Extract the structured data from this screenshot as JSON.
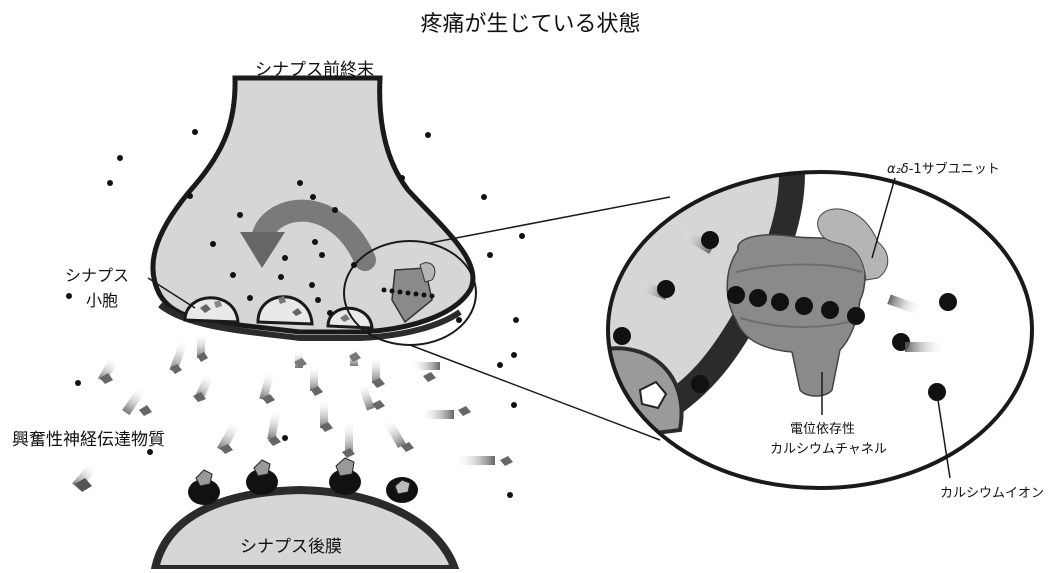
{
  "title": "疼痛が生じている状態",
  "labels": {
    "presynaptic_terminal": "シナプス前終末",
    "vesicle_line1": "シナプス",
    "vesicle_line2": "小胞",
    "neurotransmitter": "興奮性神経伝達物質",
    "postsynaptic_membrane": "シナプス後膜",
    "subunit_greek": "α₂δ",
    "subunit_rest": "-1サブユニット",
    "channel_line1": "電位依存性",
    "channel_line2": "カルシウムチャネル",
    "calcium_ion": "カルシウムイオン"
  },
  "colors": {
    "background": "#ffffff",
    "terminal_fill": "#d6d6d6",
    "membrane_dark": "#2b2b2b",
    "channel_gray": "#8a8a8a",
    "subunit_gray": "#b5b5b5",
    "ion": "#111111"
  }
}
